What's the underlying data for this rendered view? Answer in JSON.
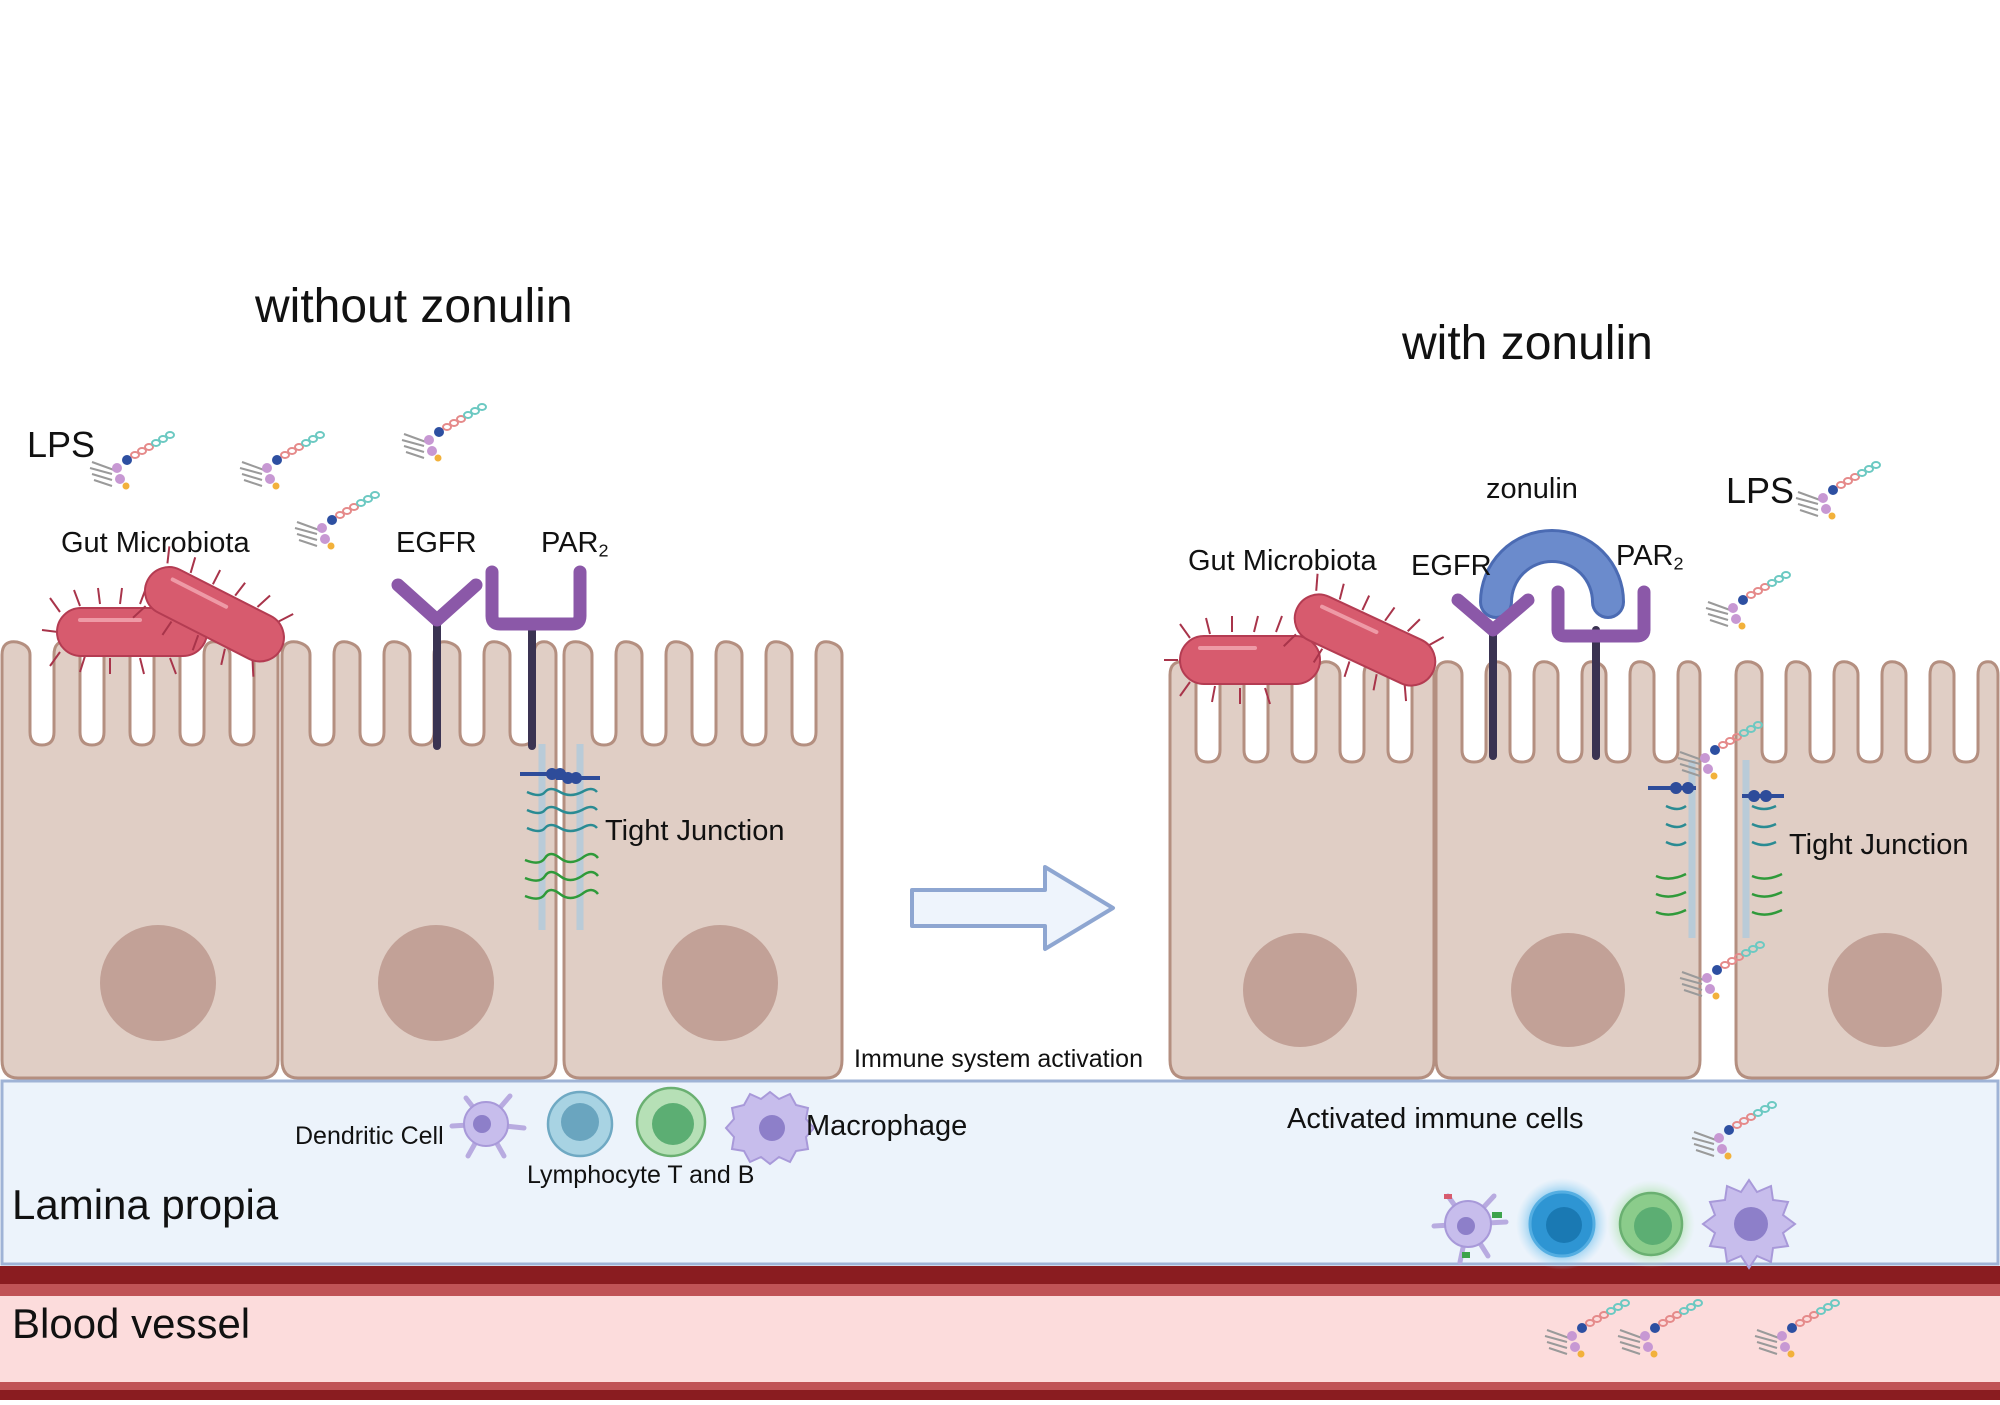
{
  "panels": {
    "left_title": "without zonulin",
    "right_title": "with zonulin"
  },
  "labels": {
    "lps_left": "LPS",
    "lps_right": "LPS",
    "gut_microbiota_left": "Gut Microbiota",
    "gut_microbiota_right": "Gut Microbiota",
    "egfr_left": "EGFR",
    "egfr_right": "EGFR",
    "par_left": "PAR",
    "par_right": "PAR",
    "par_subscript": "2",
    "zonulin": "zonulin",
    "tight_junction_left": "Tight Junction",
    "tight_junction_right": "Tight Junction",
    "immune_activation": "Immune system activation",
    "dendritic_cell": "Dendritic Cell",
    "lymphocyte": "Lymphocyte T and B",
    "macrophage": "Macrophage",
    "activated_cells": "Activated immune cells",
    "lamina_propia": "Lamina propia",
    "blood_vessel": "Blood vessel"
  },
  "colors": {
    "cell_fill": "#e0cec5",
    "cell_stroke": "#b48f80",
    "nucleus": "#c2a197",
    "bacteria": "#d75b6e",
    "receptor_purple": "#8b58a8",
    "receptor_stem": "#3a3352",
    "zonulin_blue": "#6b8bcc",
    "lamina_fill": "#ecf3fb",
    "lamina_border": "#9fb3d6",
    "vessel_dark": "#8a1c20",
    "vessel_mid": "#c05356",
    "vessel_fill": "#fcdcdc",
    "arrow_fill": "#eef4fc",
    "arrow_stroke": "#8ea6d1"
  },
  "icons": [
    "lps-molecule-icon",
    "bacteria-icon",
    "egfr-receptor-icon",
    "par2-receptor-icon",
    "zonulin-icon",
    "tight-junction-icon",
    "dendritic-cell-icon",
    "lymphocyte-icon",
    "macrophage-icon",
    "right-arrow-icon",
    "nucleus-icon"
  ]
}
